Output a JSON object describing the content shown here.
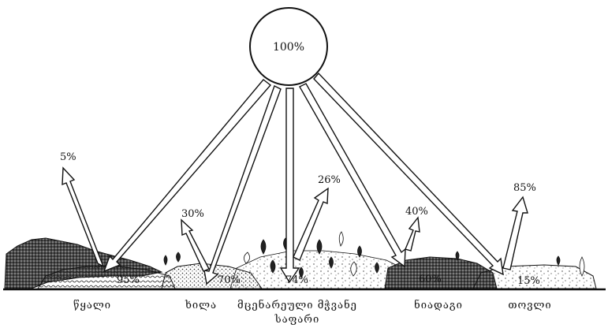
{
  "sun": {
    "label": "100%"
  },
  "surfaces": [
    {
      "id": "water",
      "name": "წყალი",
      "reflected": "5%",
      "absorbed": "95%"
    },
    {
      "id": "sand",
      "name": "ხილა",
      "reflected": "30%",
      "absorbed": "70%"
    },
    {
      "id": "vegetation",
      "name": "მცენარეული მჭვანე",
      "name2": "საფარი",
      "reflected": "26%",
      "absorbed": "74%"
    },
    {
      "id": "soil",
      "name": "ნიადაგი",
      "reflected": "40%",
      "absorbed": "60%"
    },
    {
      "id": "snow",
      "name": "თოვლი",
      "reflected": "85%",
      "absorbed": "15%"
    }
  ],
  "colors": {
    "ink": "#111111",
    "ground_dark": "#2a2a2a",
    "paper": "#ffffff"
  }
}
